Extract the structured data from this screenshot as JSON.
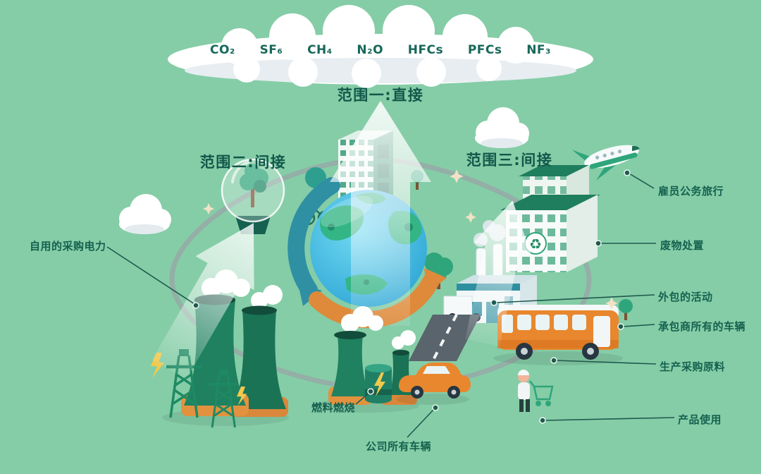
{
  "colors": {
    "background": "#85CDA7",
    "text_dark_teal": "#15614F",
    "accent_orange": "#E8872E",
    "accent_green": "#1F8160",
    "arc_teal": "#2F8FA3",
    "arc_orange": "#DE8A3A"
  },
  "gases": [
    "CO₂",
    "SF₆",
    "CH₄",
    "N₂O",
    "HFCs",
    "PFCs",
    "NF₃"
  ],
  "scopes": [
    {
      "id": "scope-1",
      "label": "范围一:直接"
    },
    {
      "id": "scope-2",
      "label": "范围二:间接"
    },
    {
      "id": "scope-3",
      "label": "范围三:间接"
    }
  ],
  "callouts": {
    "purchased_electricity": "自用的采购电力",
    "business_travel": "雇员公务旅行",
    "waste_disposal": "废物处置",
    "outsourced_activities": "外包的活动",
    "contractor_vehicles": "承包商所有的车辆",
    "purchased_materials": "生产采购原料",
    "product_use": "产品使用",
    "fuel_combustion": "燃料燃烧",
    "company_vehicles": "公司所有车辆"
  },
  "icons": {
    "recycle": "♻"
  }
}
